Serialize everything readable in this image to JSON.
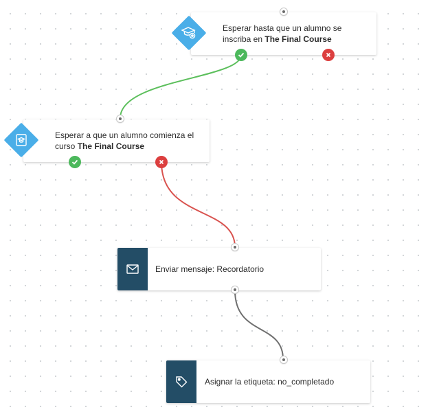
{
  "steps": [
    {
      "id": "wait-enroll",
      "type": "condition",
      "icon": "graduation-cap-badge-icon",
      "text_before": "Esperar hasta que un alumno se inscriba en",
      "bold": "The Final Course"
    },
    {
      "id": "wait-start",
      "type": "condition",
      "icon": "course-book-icon",
      "text_before": "Esperar a que un alumno comienza el curso",
      "bold": "The Final Course"
    },
    {
      "id": "send-message",
      "type": "action",
      "icon": "envelope-icon",
      "label": "Enviar mensaje: Recordatorio"
    },
    {
      "id": "assign-tag",
      "type": "action",
      "icon": "tag-icon",
      "label": "Asignar la etiqueta: no_completado"
    }
  ],
  "colors": {
    "condition_icon": "#4aaee8",
    "action_icon": "#234d66",
    "yes_branch": "#5cbf5c",
    "no_branch": "#d9534f",
    "default_link": "#6f6f6f"
  }
}
